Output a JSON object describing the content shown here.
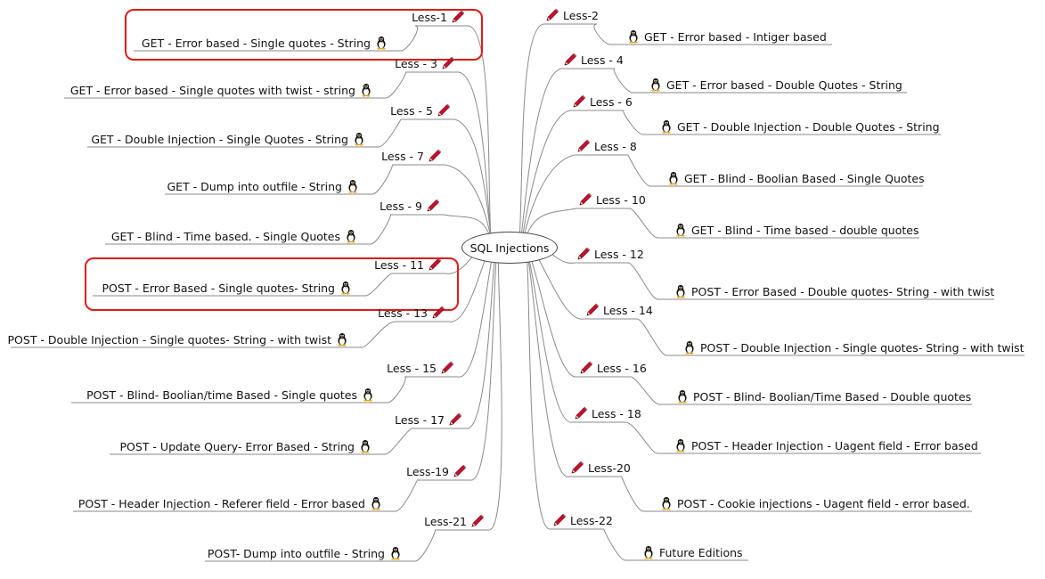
{
  "root": {
    "label": "SQL Injections"
  },
  "icons": {
    "lesson": "pencil-icon",
    "topic": "linux-tux-icon"
  },
  "colors": {
    "line": "#8a8a8a",
    "highlight": "#e01b1b",
    "pencil": "#c8102e"
  },
  "left": [
    {
      "lesson": "Less-1",
      "topic": "GET - Error based - Single quotes - String",
      "highlighted": true
    },
    {
      "lesson": "Less - 3",
      "topic": "GET - Error based - Single quotes with twist - string"
    },
    {
      "lesson": "Less - 5",
      "topic": "GET - Double Injection - Single Quotes - String"
    },
    {
      "lesson": "Less - 7",
      "topic": "GET - Dump into outfile - String"
    },
    {
      "lesson": "Less - 9",
      "topic": "GET - Blind - Time based. -  Single Quotes"
    },
    {
      "lesson": "Less - 11",
      "topic": "POST - Error Based - Single quotes- String",
      "highlighted": true
    },
    {
      "lesson": "Less - 13",
      "topic": "POST - Double Injection - Single quotes- String - with twist"
    },
    {
      "lesson": "Less - 15",
      "topic": "POST - Blind- Boolian/time Based - Single quotes"
    },
    {
      "lesson": "Less - 17",
      "topic": "POST - Update Query- Error Based - String"
    },
    {
      "lesson": "Less-19",
      "topic": "POST - Header Injection - Referer field - Error based"
    },
    {
      "lesson": "Less-21",
      "topic": "POST- Dump into outfile - String"
    }
  ],
  "right": [
    {
      "lesson": "Less-2",
      "topic": "GET - Error based - Intiger based"
    },
    {
      "lesson": "Less - 4",
      "topic": "GET - Error based - Double Quotes - String"
    },
    {
      "lesson": "Less - 6",
      "topic": "GET - Double Injection - Double Quotes - String"
    },
    {
      "lesson": "Less - 8",
      "topic": "GET - Blind - Boolian Based - Single Quotes"
    },
    {
      "lesson": "Less - 10",
      "topic": "GET - Blind - Time based - double quotes"
    },
    {
      "lesson": "Less - 12",
      "topic": "POST - Error Based - Double quotes- String - with twist"
    },
    {
      "lesson": "Less - 14",
      "topic": "POST - Double Injection - Single quotes- String - with twist"
    },
    {
      "lesson": "Less - 16",
      "topic": "POST - Blind- Boolian/Time Based - Double quotes"
    },
    {
      "lesson": "Less - 18",
      "topic": "POST - Header Injection - Uagent field - Error based"
    },
    {
      "lesson": "Less-20",
      "topic": "POST - Cookie injections - Uagent field - error based."
    },
    {
      "lesson": "Less-22",
      "topic": "Future Editions"
    }
  ]
}
